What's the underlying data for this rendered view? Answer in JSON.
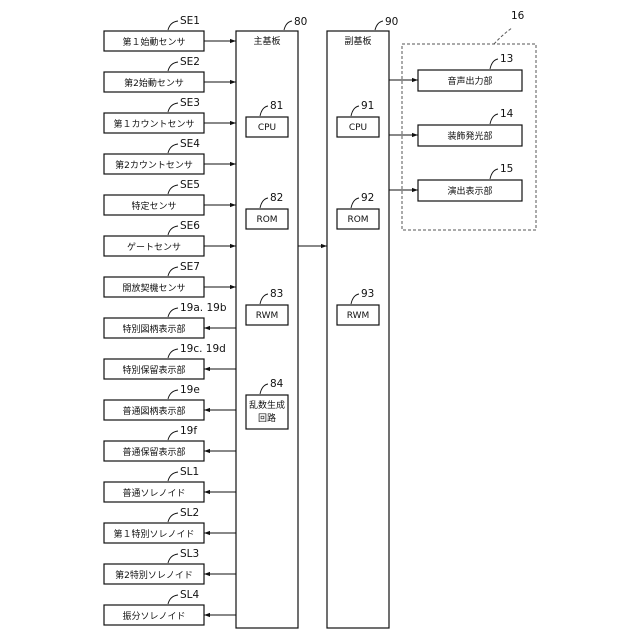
{
  "main_board": {
    "title": "主基板",
    "ref": "80",
    "blocks": [
      {
        "label": "CPU",
        "ref": "81"
      },
      {
        "label": "ROM",
        "ref": "82"
      },
      {
        "label": "RWM",
        "ref": "83"
      },
      {
        "label": "乱数生成\n回路",
        "ref": "84"
      }
    ]
  },
  "sub_board": {
    "title": "副基板",
    "ref": "90",
    "blocks": [
      {
        "label": "CPU",
        "ref": "91"
      },
      {
        "label": "ROM",
        "ref": "92"
      },
      {
        "label": "RWM",
        "ref": "93"
      }
    ]
  },
  "outputs_group": {
    "ref": "16",
    "items": [
      {
        "label": "音声出力部",
        "ref": "13"
      },
      {
        "label": "装飾発光部",
        "ref": "14"
      },
      {
        "label": "演出表示部",
        "ref": "15"
      }
    ]
  },
  "left_devices": [
    {
      "label": "第１始動センサ",
      "ref": "SE1",
      "direction": "in"
    },
    {
      "label": "第2始動センサ",
      "ref": "SE2",
      "direction": "in"
    },
    {
      "label": "第１カウントセンサ",
      "ref": "SE3",
      "direction": "in"
    },
    {
      "label": "第2カウントセンサ",
      "ref": "SE4",
      "direction": "in"
    },
    {
      "label": "特定センサ",
      "ref": "SE5",
      "direction": "in"
    },
    {
      "label": "ゲートセンサ",
      "ref": "SE6",
      "direction": "in"
    },
    {
      "label": "開放契機センサ",
      "ref": "SE7",
      "direction": "in"
    },
    {
      "label": "特別図柄表示部",
      "ref": "19a. 19b",
      "direction": "out"
    },
    {
      "label": "特別保留表示部",
      "ref": "19c. 19d",
      "direction": "out"
    },
    {
      "label": "普通図柄表示部",
      "ref": "19e",
      "direction": "out"
    },
    {
      "label": "普通保留表示部",
      "ref": "19f",
      "direction": "out"
    },
    {
      "label": "普通ソレノイド",
      "ref": "SL1",
      "direction": "out"
    },
    {
      "label": "第１特別ソレノイド",
      "ref": "SL2",
      "direction": "out"
    },
    {
      "label": "第2特別ソレノイド",
      "ref": "SL3",
      "direction": "out"
    },
    {
      "label": "振分ソレノイド",
      "ref": "SL4",
      "direction": "out"
    }
  ]
}
